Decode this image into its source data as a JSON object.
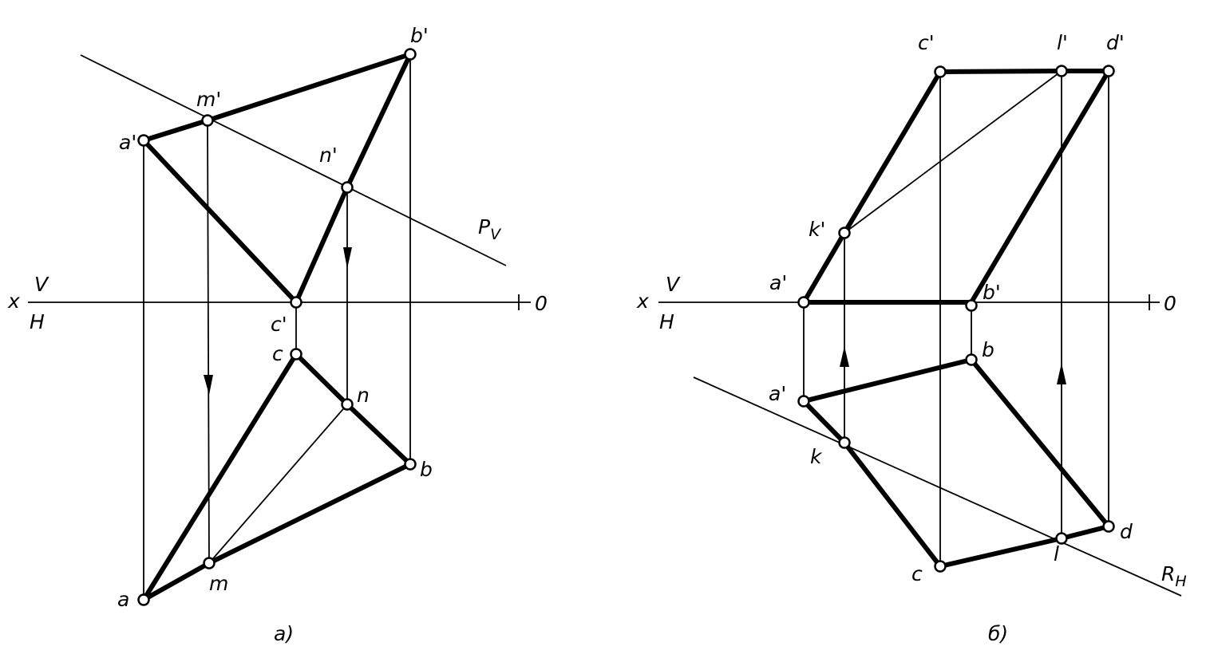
{
  "figure_a": {
    "labels": {
      "b_prime": "b'",
      "m_prime": "m'",
      "a_prime": "a'",
      "n_prime": "n'",
      "p_v": "P",
      "p_v_sub": "V",
      "x": "x",
      "v": "V",
      "h": "H",
      "c_prime": "c'",
      "c": "c",
      "n": "n",
      "b": "b",
      "a": "a",
      "m": "m",
      "o": "0"
    },
    "caption": "a)"
  },
  "figure_b": {
    "labels": {
      "c_prime": "c'",
      "l_prime": "l'",
      "d_prime": "d'",
      "k_prime": "k'",
      "a_prime_axis": "a'",
      "b_prime": "b'",
      "x": "x",
      "v": "V",
      "h": "H",
      "o": "0",
      "b": "b",
      "a_prime_lower": "a'",
      "k": "k",
      "d": "d",
      "c": "c",
      "l": "l",
      "r_h": "R",
      "r_h_sub": "H"
    },
    "caption": "б)"
  }
}
